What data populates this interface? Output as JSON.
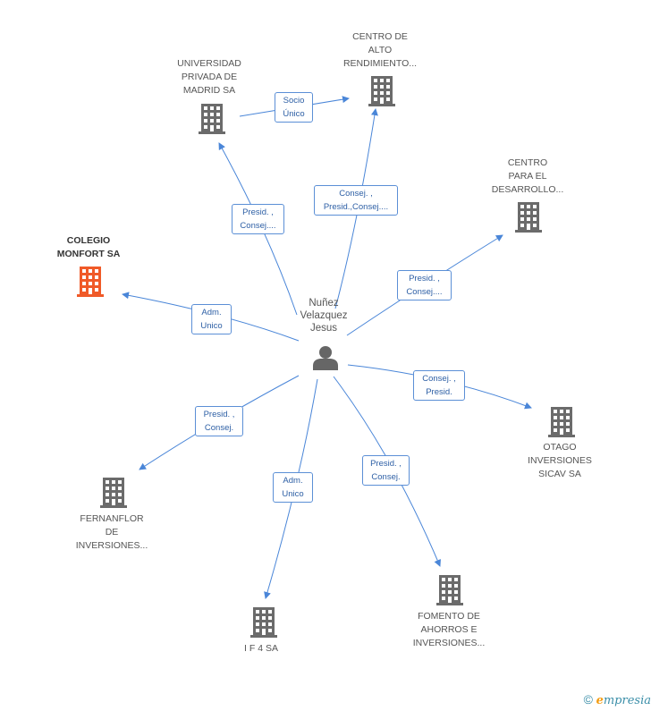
{
  "center": {
    "name": "Nuñez\nVelazquez\nJesus"
  },
  "nodes": {
    "universidad": {
      "label": "UNIVERSIDAD\nPRIVADA DE\nMADRID SA"
    },
    "centro_alto": {
      "label": "CENTRO DE\nALTO\nRENDIMIENTO..."
    },
    "centro_para": {
      "label": "CENTRO\nPARA EL\nDESARROLLO..."
    },
    "colegio": {
      "label": "COLEGIO\nMONFORT SA"
    },
    "otago": {
      "label": "OTAGO\nINVERSIONES\nSICAV SA"
    },
    "fernanflor": {
      "label": "FERNANFLOR\nDE\nINVERSIONES..."
    },
    "if4": {
      "label": "I F 4 SA"
    },
    "fomento": {
      "label": "FOMENTO DE\nAHORROS E\nINVERSIONES..."
    }
  },
  "edges": {
    "socio_unico": "Socio\nÚnico",
    "to_centro_alto": "Consej. ,\nPresid.,Consej....",
    "to_universidad": "Presid. ,\nConsej....",
    "to_centro_para": "Presid. ,\nConsej....",
    "to_colegio": "Adm.\nUnico",
    "to_otago": "Consej. ,\nPresid.",
    "to_fernanflor": "Presid. ,\nConsej.",
    "to_if4": "Adm.\nUnico",
    "to_fomento": "Presid. ,\nConsej."
  },
  "colors": {
    "edge": "#4a86d8",
    "building": "#6b6b6b",
    "highlight": "#f05a28",
    "person": "#666666"
  },
  "footer": {
    "copyright": "©",
    "brand_initial": "e",
    "brand_rest": "mpresia"
  }
}
